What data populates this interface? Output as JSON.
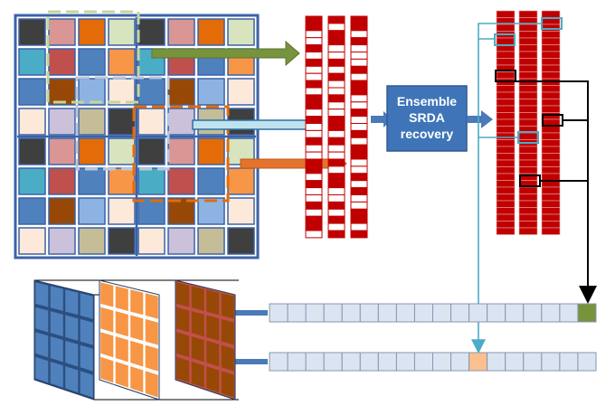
{
  "recovery_box": {
    "label_lines": [
      "Ensemble",
      "SRDA",
      "recovery"
    ]
  },
  "colors": {
    "grid_border": "#3b62a8",
    "red": "#c00000",
    "box_fill": "#3f75b8",
    "arrow_blue": "#4a7ab8",
    "arrow_green": "#77933c",
    "arrow_light": "#bfe2ee",
    "arrow_orange": "#e4742d",
    "cyan_line": "#4bacc6",
    "bar_cell": "#dbe5f1",
    "bar_green": "#77933c",
    "bar_orange": "#fac090",
    "plate_blue": "#4f81bd",
    "plate_orange": "#f79646",
    "plate_brown": "#974806"
  },
  "mosaic_palette": [
    "#3f3f3f",
    "#d99694",
    "#e36c09",
    "#d7e4bd",
    "#4bacc6",
    "#c0504d",
    "#4f81bd",
    "#f79646",
    "#8db3e2",
    "#984806",
    "#fde9d9",
    "#ccc1da",
    "#c4bd97",
    "#403152",
    "#93cddd",
    "#ffffff"
  ],
  "mosaic_rows": [
    [
      0,
      1,
      2,
      3,
      0,
      1,
      2,
      3
    ],
    [
      4,
      5,
      6,
      7,
      4,
      5,
      6,
      7
    ],
    [
      6,
      9,
      8,
      10,
      6,
      9,
      8,
      10
    ],
    [
      10,
      11,
      12,
      0,
      10,
      11,
      12,
      0
    ],
    [
      0,
      1,
      2,
      3,
      0,
      1,
      2,
      3
    ],
    [
      4,
      5,
      6,
      7,
      4,
      5,
      6,
      7
    ],
    [
      6,
      9,
      8,
      10,
      6,
      9,
      8,
      10
    ],
    [
      10,
      11,
      12,
      0,
      10,
      11,
      12,
      0
    ]
  ]
}
